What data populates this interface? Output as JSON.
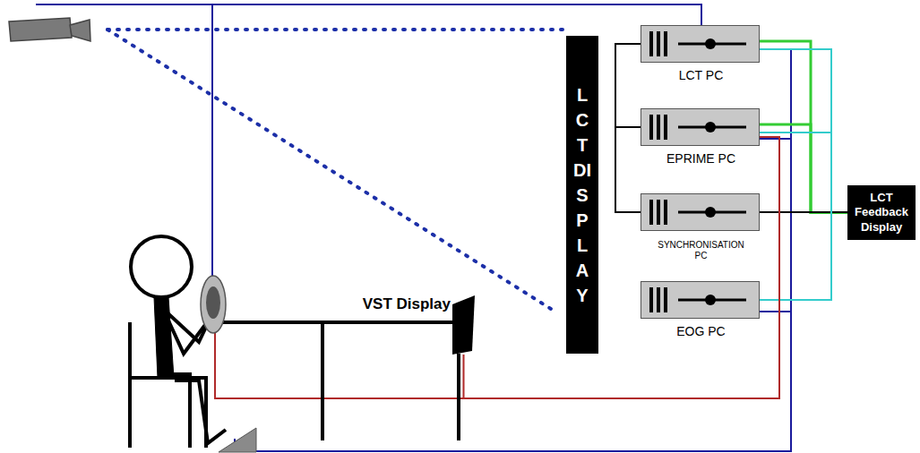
{
  "diagram": {
    "nodes": [
      {
        "text": [
          "VST Display"
        ]
      },
      {
        "text": [
          "LCT DISPLAY"
        ]
      },
      {
        "text": [
          "LCT PC"
        ]
      },
      {
        "text": [
          "EPRIME PC"
        ]
      },
      {
        "text": [
          "SYNCHRONISATION PC"
        ]
      },
      {
        "text": [
          "EOG PC"
        ]
      },
      {
        "text": [
          "LCT Feedback Display"
        ]
      }
    ],
    "edges": [
      {
        "from": 2,
        "to": 3,
        "arrow": "none"
      },
      {
        "from": 3,
        "to": 4,
        "arrow": "none"
      },
      {
        "from": 2,
        "to": 6,
        "arrow": "none"
      },
      {
        "from": 3,
        "to": 6,
        "arrow": "none"
      },
      {
        "from": 4,
        "to": 6,
        "arrow": "none"
      },
      {
        "from": 2,
        "to": 5,
        "arrow": "none"
      },
      {
        "from": 3,
        "to": 5,
        "arrow": "none"
      },
      {
        "from": 3,
        "to": 0,
        "arrow": "none"
      }
    ]
  }
}
